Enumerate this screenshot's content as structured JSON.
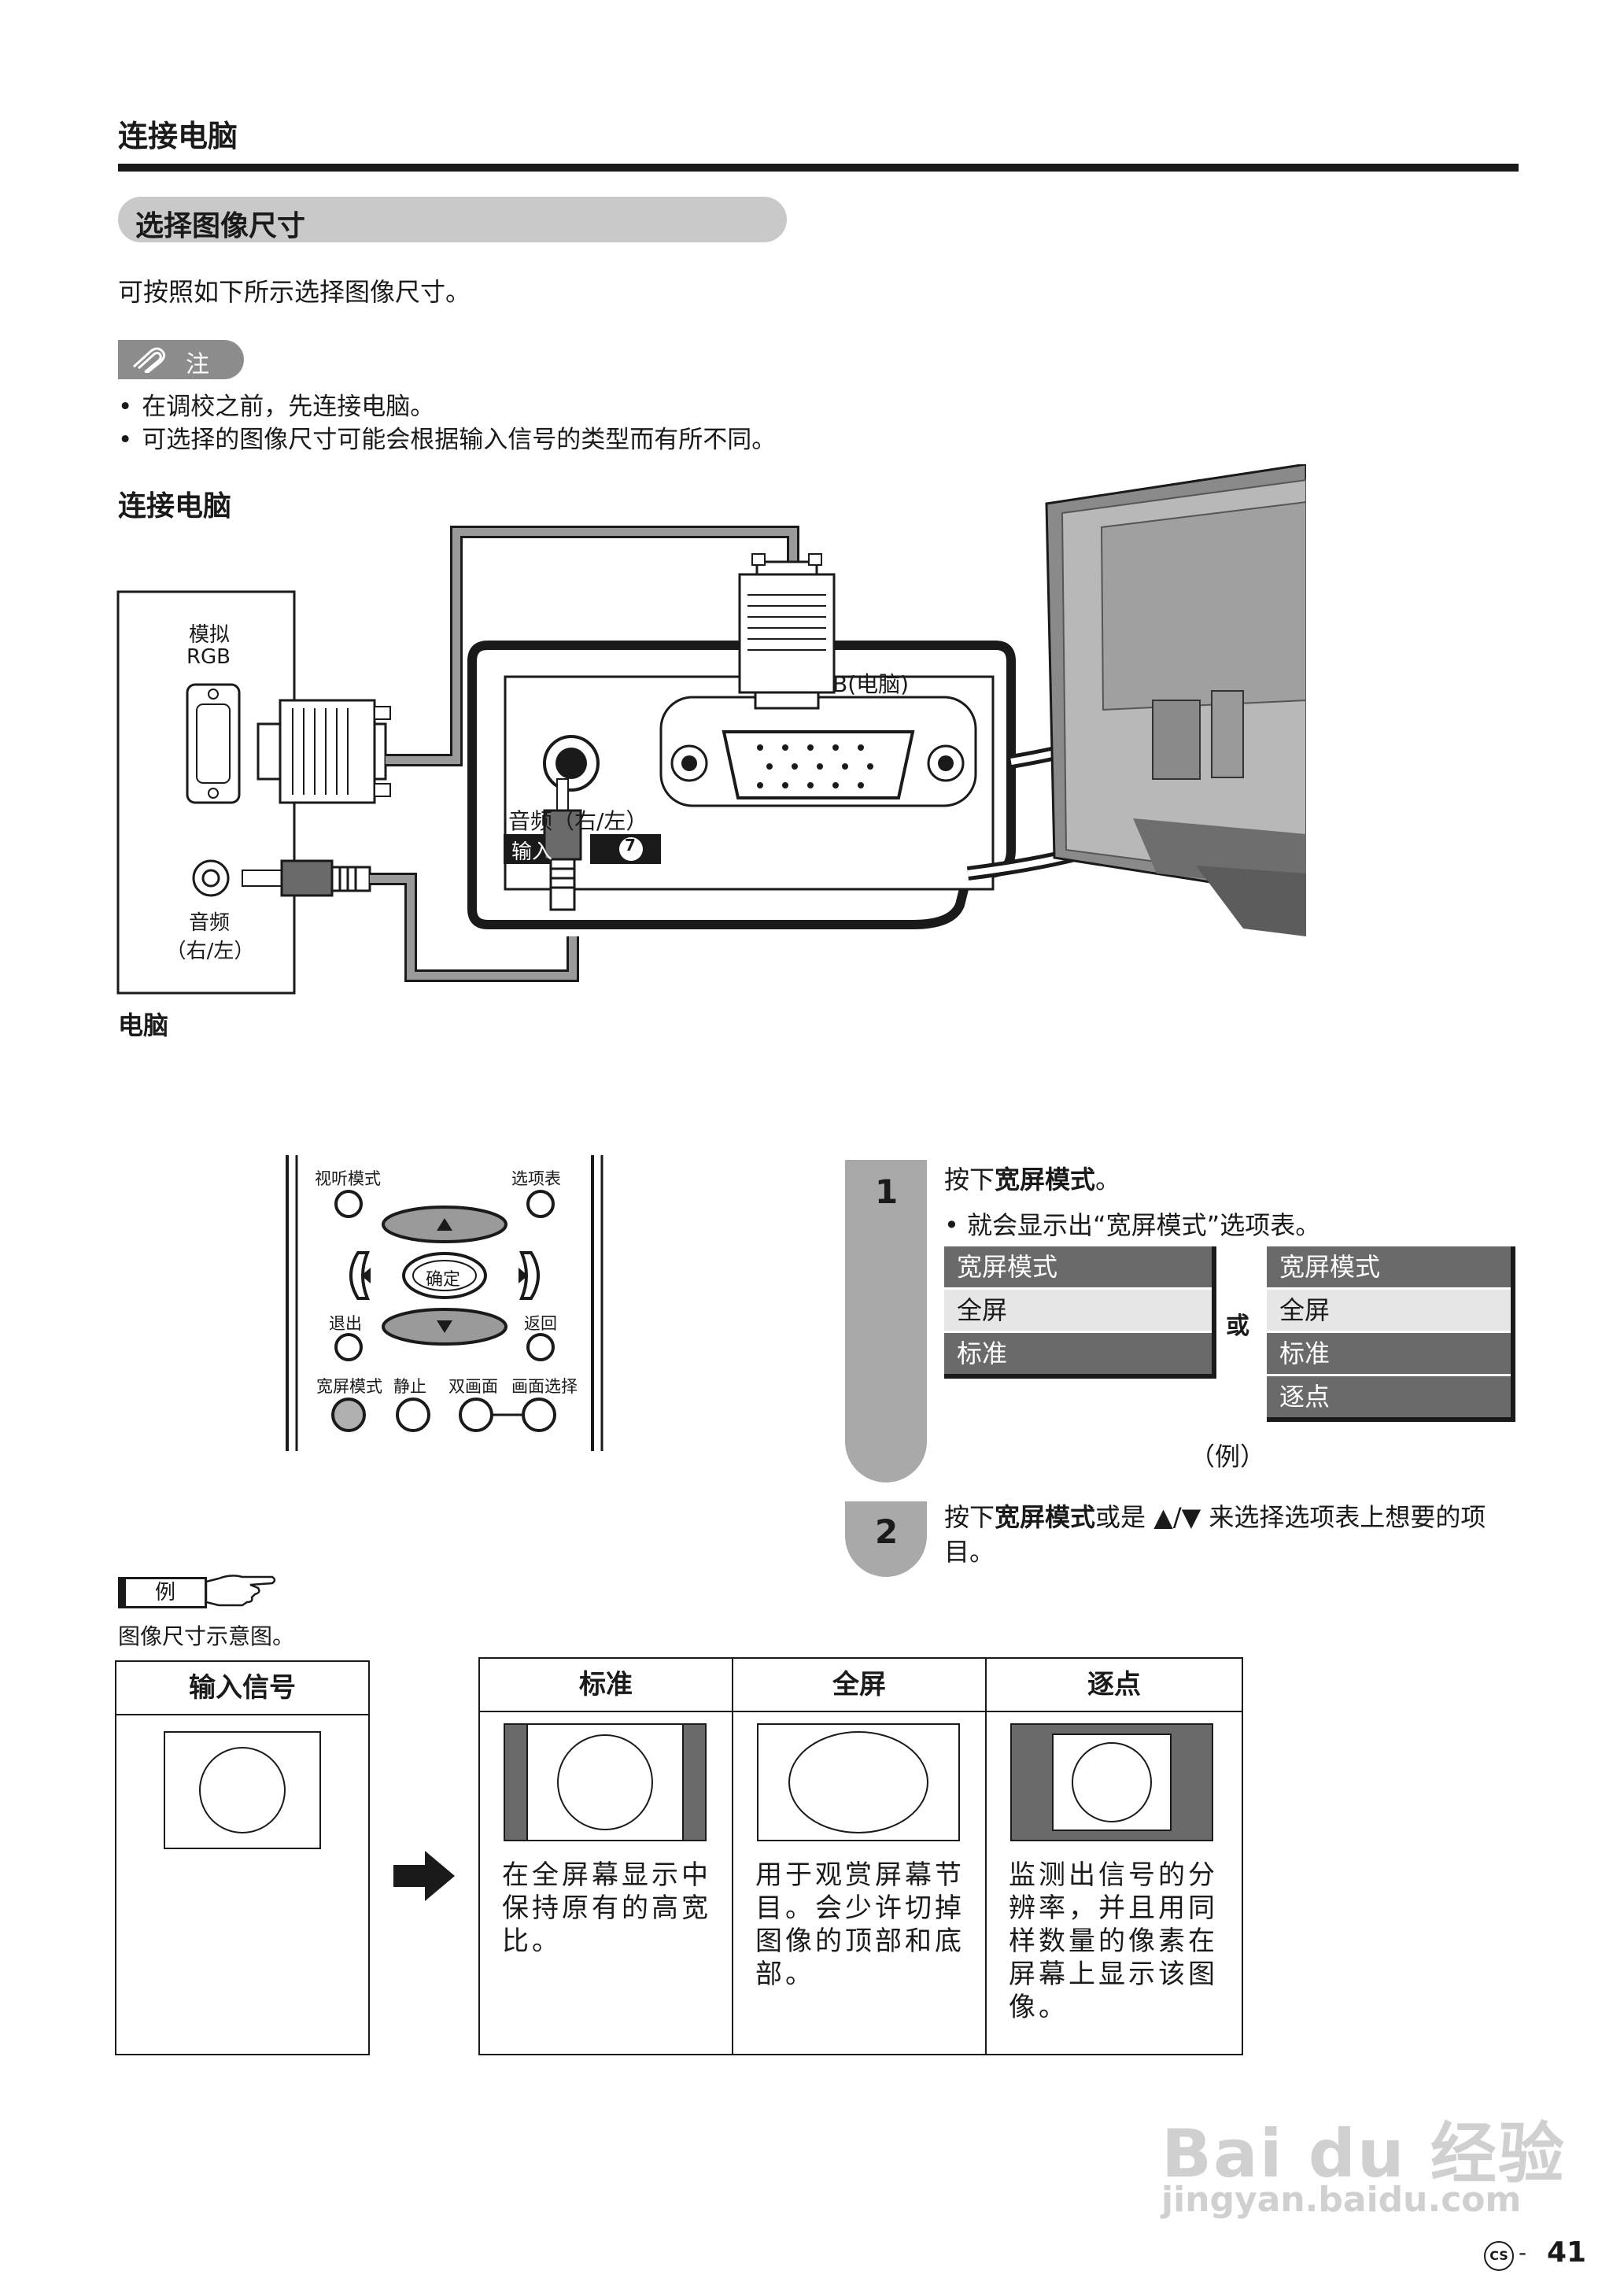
{
  "header": {
    "section_title": "连接电脑"
  },
  "subsection": {
    "title": "选择图像尺寸"
  },
  "intro_text": "可按照如下所示选择图像尺寸。",
  "note": {
    "label": "注",
    "items": [
      "在调校之前，先连接电脑。",
      "可选择的图像尺寸可能会根据输入信号的类型而有所不同。"
    ]
  },
  "connection": {
    "heading": "连接电脑",
    "pc_label": "电脑",
    "analog_rgb": [
      "模拟",
      "RGB"
    ],
    "audio_pc": [
      "音频",
      "（右/左）"
    ],
    "panel_rgb_label": "B(电脑)",
    "panel_audio_label": "音频（右/左）",
    "panel_input_label": "输入",
    "panel_input_number": "7"
  },
  "remote": {
    "av_mode": "视听模式",
    "menu": "选项表",
    "enter": "确定",
    "exit": "退出",
    "return": "返回",
    "wide_mode": "宽屏模式",
    "freeze": "静止",
    "twin": "双画面",
    "picture_select": "画面选择"
  },
  "steps": [
    {
      "number": "1",
      "text_pre": "按下",
      "text_bold": "宽屏模式",
      "text_post": "。",
      "bullet": "就会显示出“宽屏模式”选项表。",
      "menu_a": {
        "title": "宽屏模式",
        "items": [
          "全屏",
          "标准"
        ],
        "selected": "全屏"
      },
      "or_label": "或",
      "menu_b": {
        "title": "宽屏模式",
        "items": [
          "全屏",
          "标准",
          "逐点"
        ],
        "selected": "全屏"
      },
      "example_caption": "（例）"
    },
    {
      "number": "2",
      "text_pre": "按下",
      "text_bold": "宽屏模式",
      "text_post": "或是 ▲/▼ 来选择选项表上想要的项目。"
    }
  ],
  "example": {
    "tag": "例",
    "caption": "图像尺寸示意图。",
    "input_header": "输入信号",
    "columns": [
      {
        "header": "标准",
        "desc": "在全屏幕显示中保持原有的高宽比。"
      },
      {
        "header": "全屏",
        "desc": "用于观赏屏幕节目。会少许切掉图像的顶部和底部。"
      },
      {
        "header": "逐点",
        "desc": "监测出信号的分辨率，并且用同样数量的像素在屏幕上显示该图像。"
      }
    ]
  },
  "footer": {
    "lang_badge": "CS",
    "separator": "-",
    "page_number": "41"
  },
  "watermark": {
    "brand": "Bai du 经验",
    "url": "jingyan.baidu.com"
  }
}
